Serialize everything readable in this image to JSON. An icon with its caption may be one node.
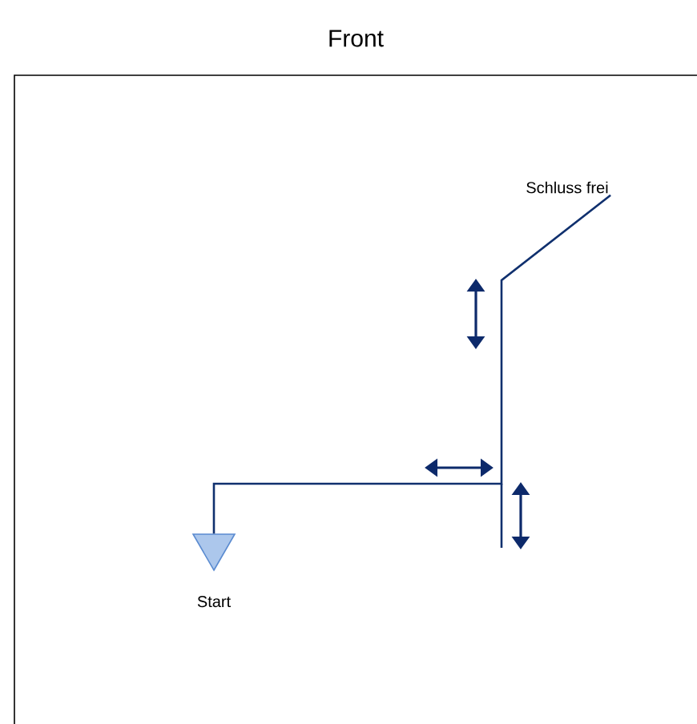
{
  "diagram": {
    "title": "Front",
    "nodes": [
      {
        "text": [],
        "shape": "triangle",
        "beside": [
          "Start"
        ]
      },
      {
        "text": [
          "Schluss frei"
        ]
      }
    ],
    "edges": [
      {
        "from": 0,
        "to": 1,
        "arrow": "none"
      }
    ]
  }
}
